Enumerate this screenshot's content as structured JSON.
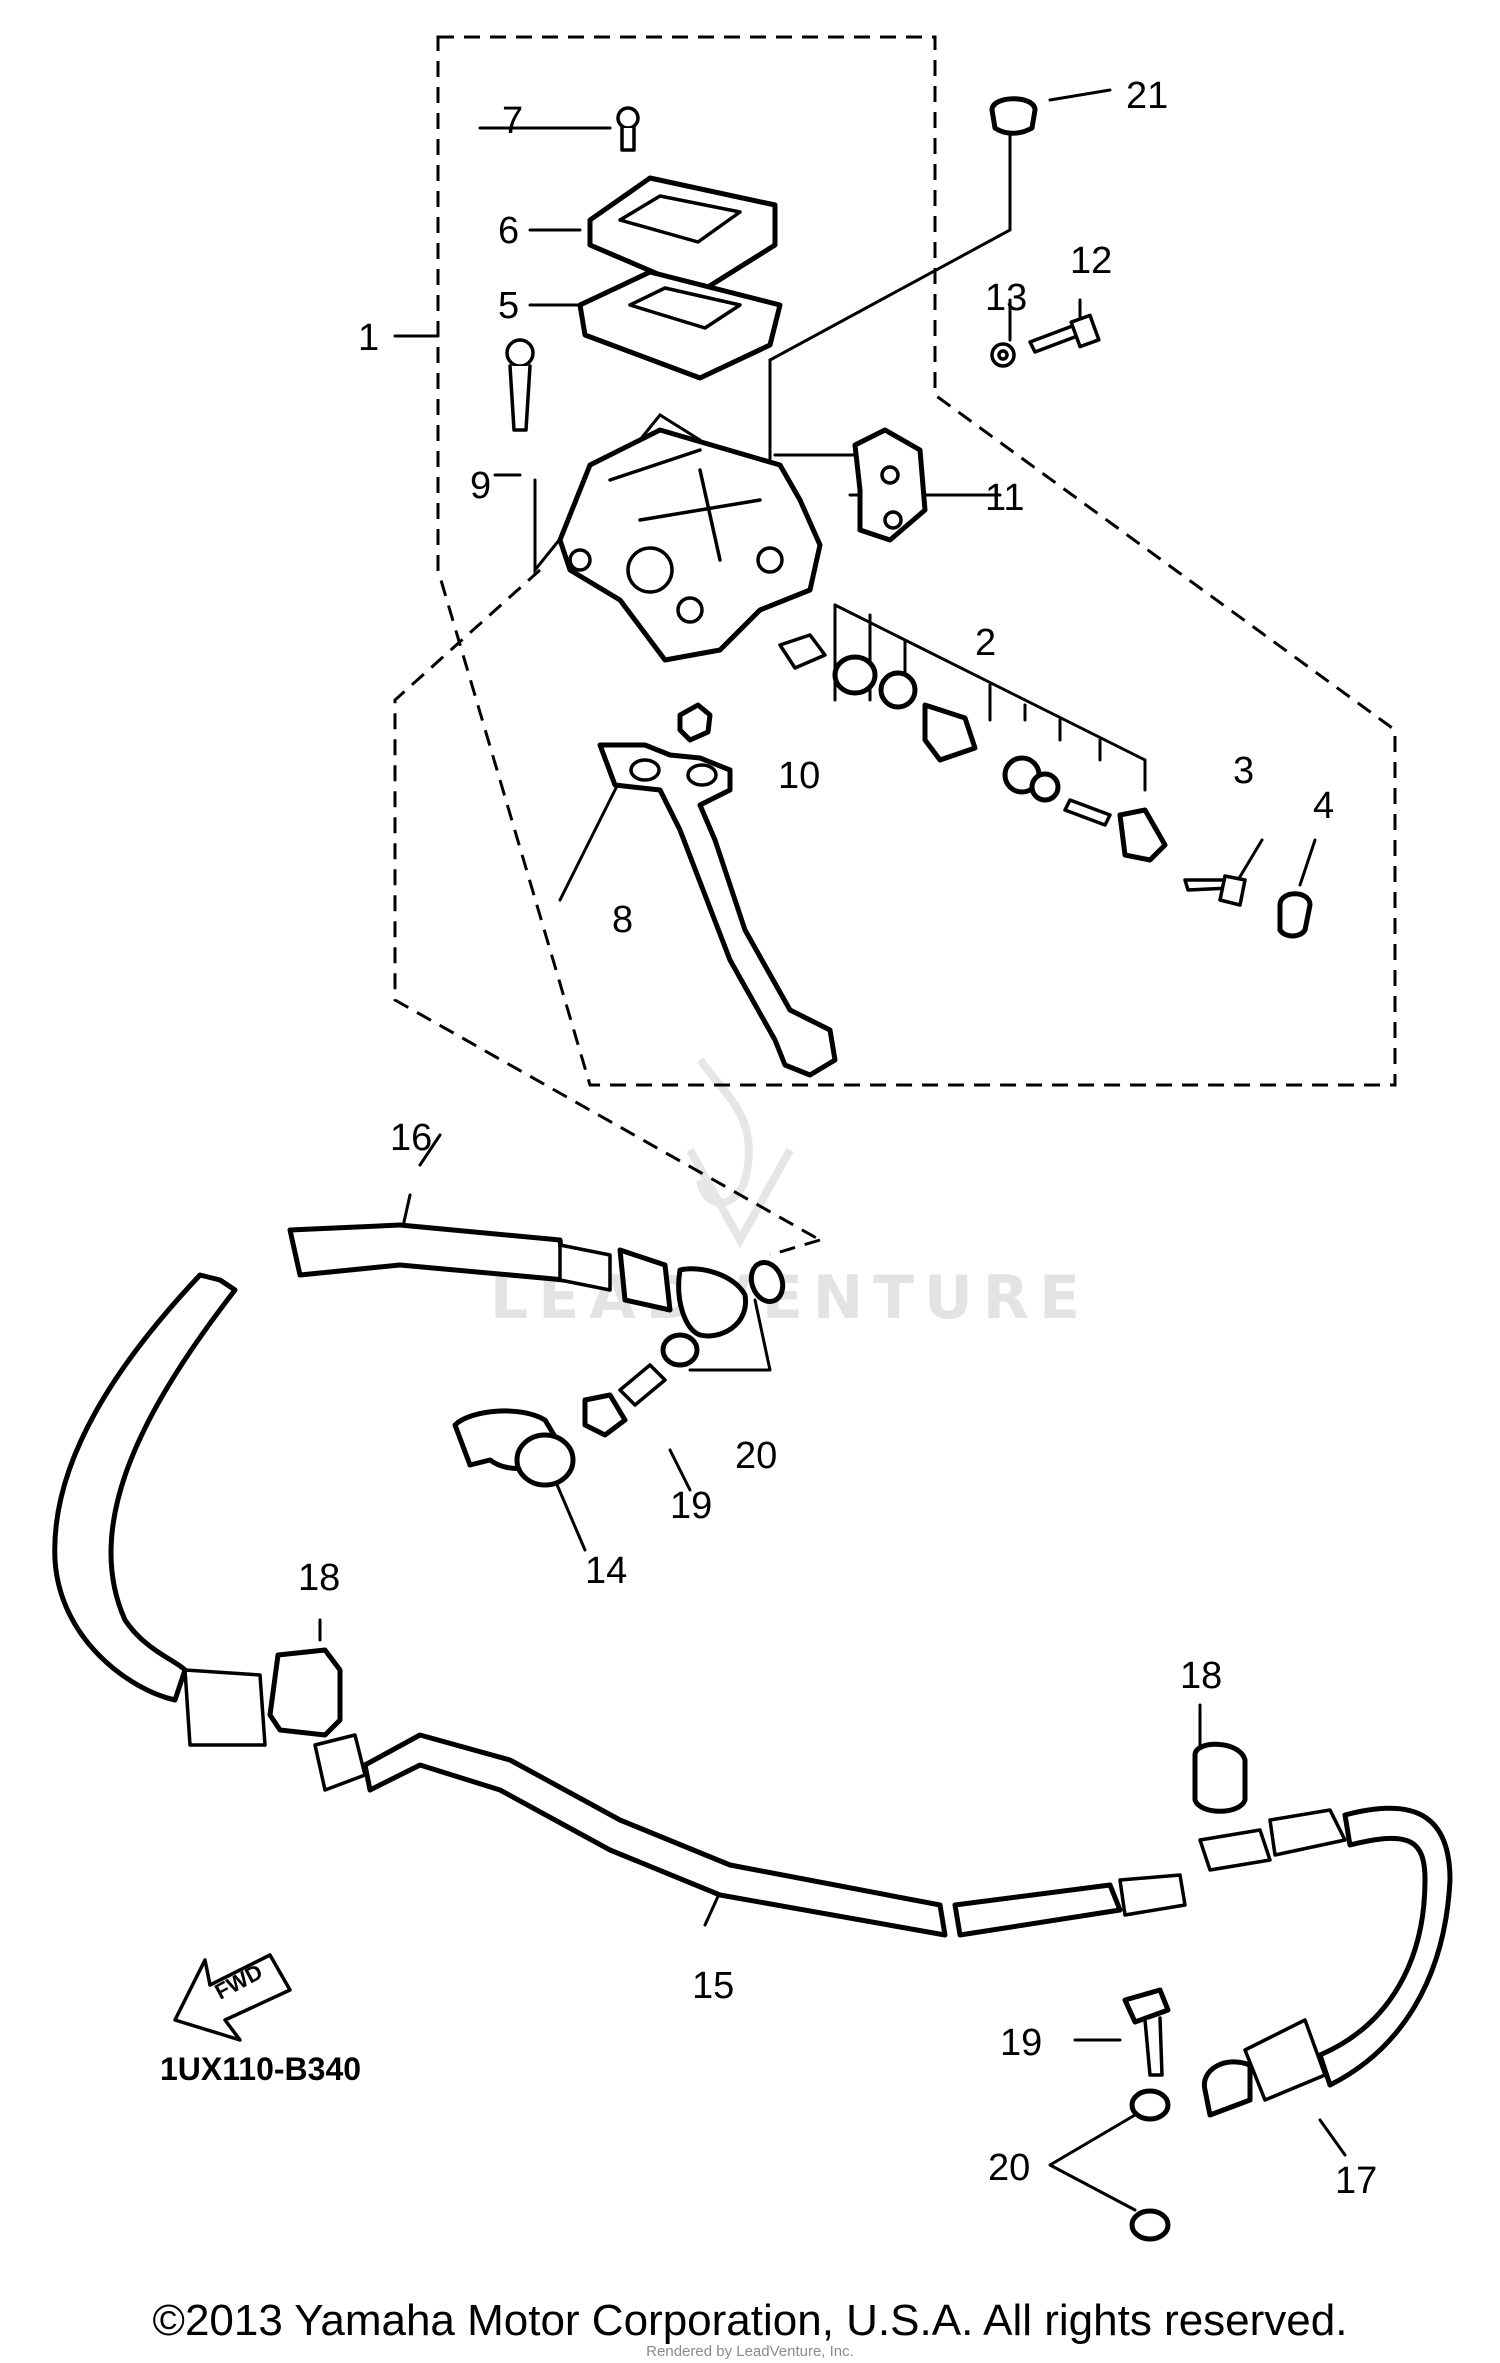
{
  "diagram": {
    "callouts": {
      "c1": "1",
      "c2": "2",
      "c3": "3",
      "c4": "4",
      "c5": "5",
      "c6": "6",
      "c7": "7",
      "c8": "8",
      "c9": "9",
      "c10": "10",
      "c11": "11",
      "c12": "12",
      "c13": "13",
      "c14": "14",
      "c15": "15",
      "c16": "16",
      "c17": "17",
      "c18a": "18",
      "c18b": "18",
      "c19a": "19",
      "c19b": "19",
      "c20a": "20",
      "c20b": "20",
      "c21": "21"
    },
    "fwd_label": "FWD",
    "diagram_code": "1UX110-B340",
    "watermark": "LEADVENTURE"
  },
  "footer": {
    "copyright": "©2013 Yamaha Motor Corporation, U.S.A. All rights reserved.",
    "rendered_by": "Rendered by LeadVenture, Inc."
  },
  "colors": {
    "ink": "#000000",
    "background": "#ffffff",
    "watermark": "#e3e3e3"
  }
}
